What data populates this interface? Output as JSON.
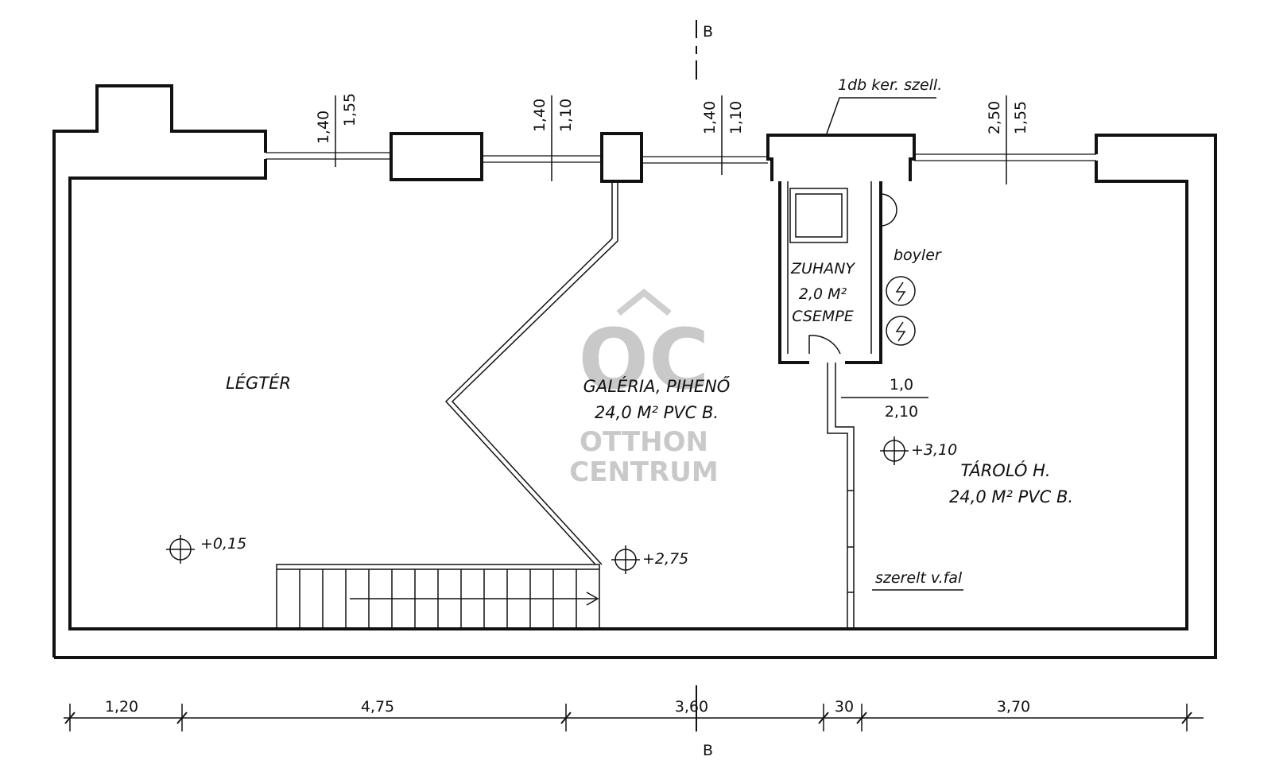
{
  "section_marks": {
    "top": "B",
    "bottom": "B"
  },
  "rooms": {
    "legter": {
      "name": "LÉGTÉR"
    },
    "galeria": {
      "name": "GALÉRIA, PIHENŐ",
      "area": "24,0 M²  PVC B."
    },
    "zuhany": {
      "name": "ZUHANY",
      "area": "2,0 M²",
      "floor": "CSEMPE"
    },
    "tarolo": {
      "name": "TÁROLÓ  H.",
      "area": "24,0 M²  PVC B."
    }
  },
  "annotations": {
    "ventilation": "1db ker. szell.",
    "boiler": "boyler",
    "partition": "szerelt v.fal"
  },
  "levels": [
    "+0,15",
    "+2,75",
    "+3,10"
  ],
  "windows": [
    {
      "w": "1,40",
      "h": "1,55"
    },
    {
      "w": "1,40",
      "h": "1,10"
    },
    {
      "w": "1,40",
      "h": "1,10"
    },
    {
      "w": "2,50",
      "h": "1,55"
    }
  ],
  "door": {
    "w": "1,0",
    "h": "2,10"
  },
  "dimensions": [
    "1,20",
    "4,75",
    "3,60",
    "30",
    "3,70"
  ],
  "watermark": {
    "logo": "OC",
    "line1": "OTTHON",
    "line2": "CENTRUM"
  },
  "icons": {
    "outlet": "electric-outlet-icon",
    "level": "level-mark-icon"
  }
}
